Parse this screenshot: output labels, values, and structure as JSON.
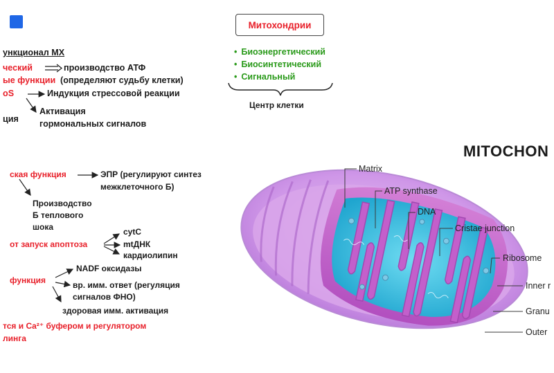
{
  "header": {
    "box_title": "Митохондрии"
  },
  "green_list": [
    "Биоэнергетический",
    "Биосинтетический",
    "Сигнальный"
  ],
  "brace_caption": "Центр клетки",
  "left_notes": {
    "heading": "ункционал МХ",
    "r1_red": "ческий",
    "r1_black": "производство АТФ",
    "r2_red": "ые функции",
    "r2_black": "(определяют судьбу клетки)",
    "r3_red": "oS",
    "r3_black": "Индукция стрессовой реакции",
    "r4a": "Активация",
    "r4_left": "ция",
    "r4b": "гормональных сигналов",
    "s1_red": "ская функция",
    "s1_black_a": "ЭПР (регулируют синтез",
    "s1_black_b": "межклеточного Б)",
    "s2_a": "Производство",
    "s2_b": "Б теплового",
    "s2_c": "шока",
    "s3_items": [
      "cytC",
      "mtДНК",
      "кардиолипин"
    ],
    "s3_red": "от запуск апоптоза",
    "s4_a": "NADF оксидазы",
    "s4_red": "функция",
    "s4_b1": "вр. имм. ответ (регуляция",
    "s4_b2": "сигналов ФНО)",
    "s4_c": "здоровая имм. активация",
    "s5_red_a": "тся и Ca²⁺ буфером и регулятором",
    "s5_red_b": "линга"
  },
  "diagram": {
    "title": "MITOCHON",
    "labels": [
      "Matrix",
      "ATP synthase",
      "DNA",
      "Cristae junction",
      "Ribosome",
      "Inner r",
      "Granu",
      "Outer"
    ]
  },
  "colors": {
    "accent_red": "#e8202a",
    "accent_green": "#2a9a1a",
    "blue_square": "#1f67e6",
    "matrix_cyan": "#27b6d8",
    "membrane_purple": "#c98be6"
  }
}
